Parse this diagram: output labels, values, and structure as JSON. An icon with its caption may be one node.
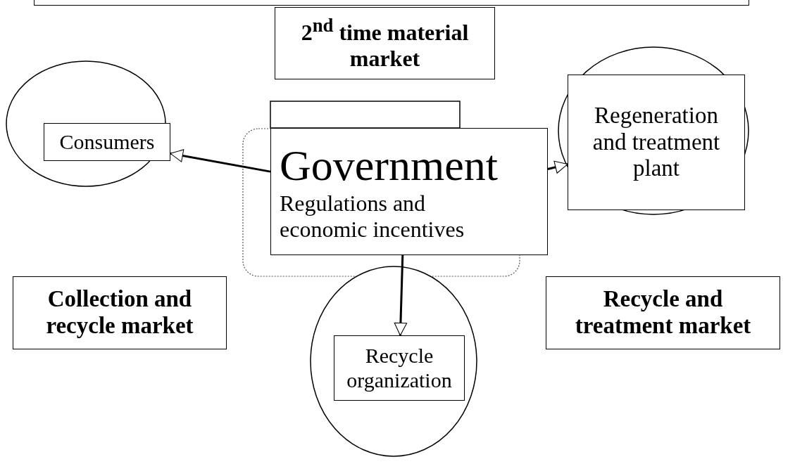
{
  "diagram": {
    "nodes": [
      {
        "text": [],
        "shape": "box"
      },
      {
        "text": [
          "2$^{nd}$ time material market"
        ]
      },
      {
        "text": [],
        "shape": "circle"
      },
      {
        "text": [
          "Consumers"
        ],
        "in": 2
      },
      {
        "text": [
          "Government",
          "Regulations and economic incentives"
        ]
      },
      {
        "text": [],
        "shape": "circle"
      },
      {
        "text": [
          "Regeneration and treatment plant"
        ],
        "in": 5
      },
      {
        "text": [
          "Collection and recycle market"
        ]
      },
      {
        "text": [
          "Recycle and treatment market"
        ]
      },
      {
        "text": [],
        "shape": "circle"
      },
      {
        "text": [
          "Recycle organization"
        ],
        "in": 9
      }
    ],
    "edges": [
      {
        "from": 4,
        "to": 3,
        "arrow": "to"
      },
      {
        "from": 4,
        "to": 6,
        "arrow": "to"
      },
      {
        "from": 4,
        "to": 10,
        "arrow": "to"
      }
    ]
  }
}
